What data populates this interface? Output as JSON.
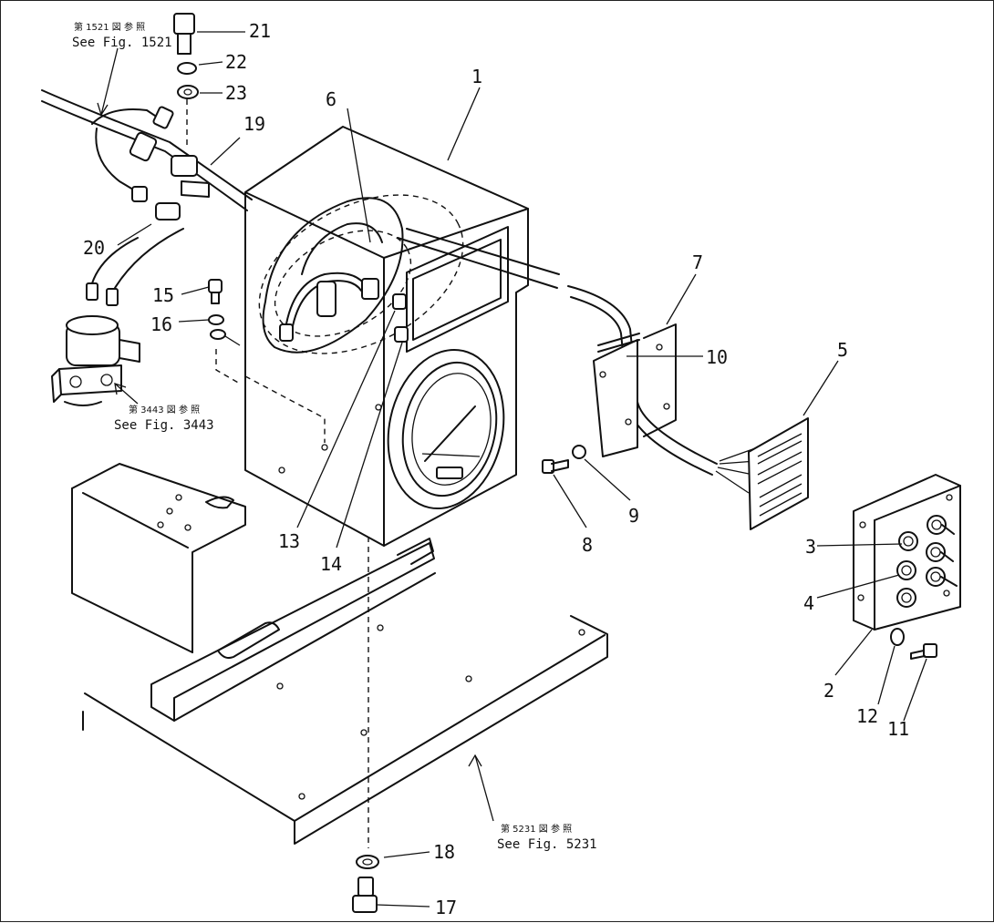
{
  "references": [
    {
      "id": "fig1521",
      "jp": "第 1521 図 参 照",
      "en": "See Fig. 1521"
    },
    {
      "id": "fig3443",
      "jp": "第 3443 図 参 照",
      "en": "See Fig. 3443"
    },
    {
      "id": "fig5231",
      "jp": "第 5231 図 参 照",
      "en": "See Fig. 5231"
    }
  ],
  "callouts": {
    "c1": "1",
    "c2": "2",
    "c3": "3",
    "c4": "4",
    "c5": "5",
    "c6": "6",
    "c7": "7",
    "c8": "8",
    "c9": "9",
    "c10": "10",
    "c11": "11",
    "c12": "12",
    "c13": "13",
    "c14": "14",
    "c15": "15",
    "c16": "16",
    "c17": "17",
    "c18": "18",
    "c19": "19",
    "c20": "20",
    "c21": "21",
    "c22": "22",
    "c23": "23"
  }
}
